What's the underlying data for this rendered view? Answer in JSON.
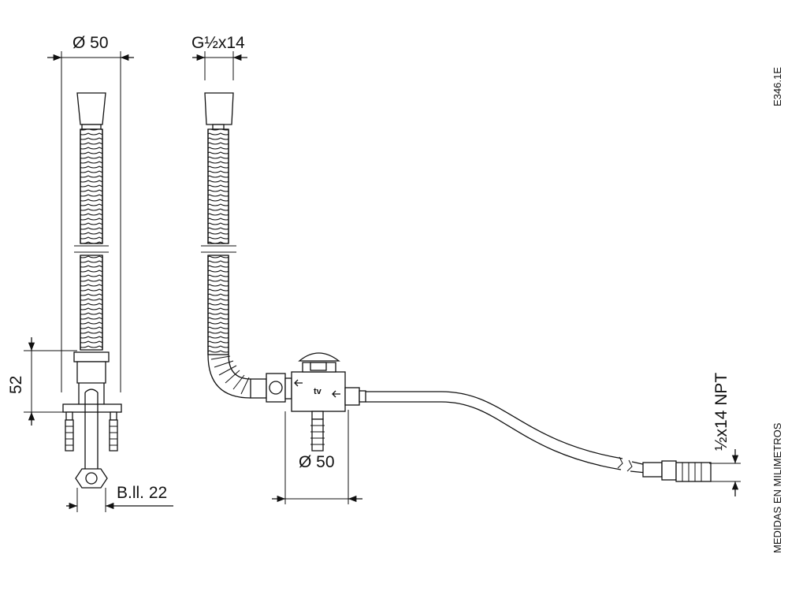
{
  "labels": {
    "dia_top": "Ø 50",
    "thread_top": "G½x14",
    "height_52": "52",
    "bll": "B.ll. 22",
    "dia_bottom": "Ø 50",
    "npt": "½x14 NPT",
    "ref_code": "E346.1E",
    "units_note": "MEDIDAS EN MILIMETROS"
  },
  "colors": {
    "line": "#111111",
    "paper": "#ffffff"
  }
}
